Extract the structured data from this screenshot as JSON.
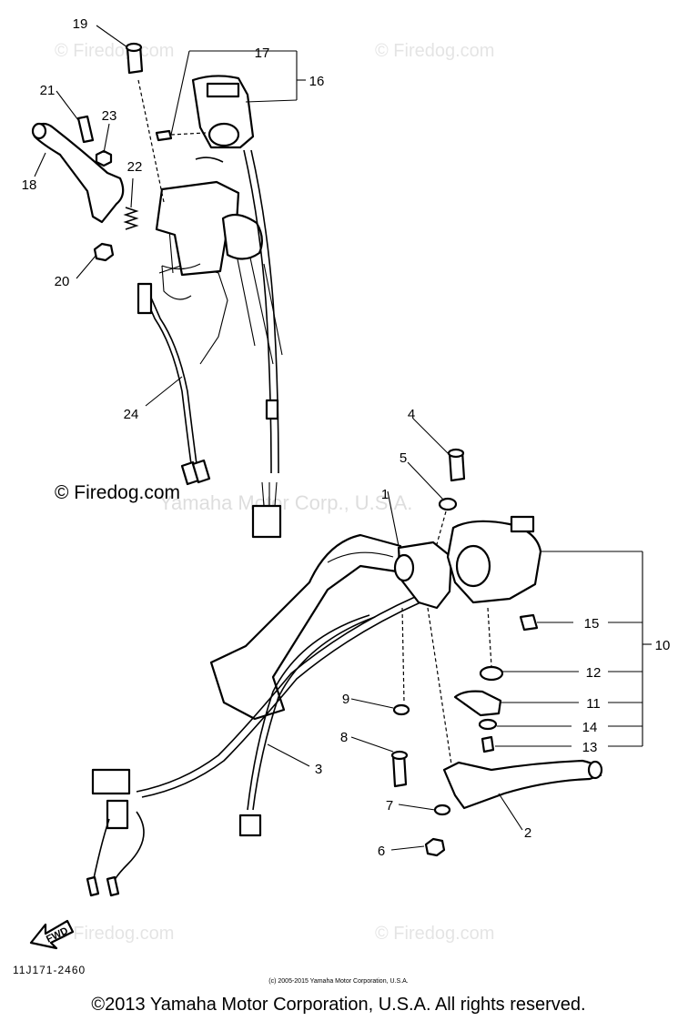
{
  "diagram": {
    "callouts": [
      {
        "id": "c1",
        "label": "1"
      },
      {
        "id": "c2",
        "label": "2"
      },
      {
        "id": "c3",
        "label": "3"
      },
      {
        "id": "c4",
        "label": "4"
      },
      {
        "id": "c5",
        "label": "5"
      },
      {
        "id": "c6",
        "label": "6"
      },
      {
        "id": "c7",
        "label": "7"
      },
      {
        "id": "c8",
        "label": "8"
      },
      {
        "id": "c9",
        "label": "9"
      },
      {
        "id": "c10",
        "label": "10"
      },
      {
        "id": "c11",
        "label": "11"
      },
      {
        "id": "c12",
        "label": "12"
      },
      {
        "id": "c13",
        "label": "13"
      },
      {
        "id": "c14",
        "label": "14"
      },
      {
        "id": "c15",
        "label": "15"
      },
      {
        "id": "c16",
        "label": "16"
      },
      {
        "id": "c17",
        "label": "17"
      },
      {
        "id": "c18",
        "label": "18"
      },
      {
        "id": "c19",
        "label": "19"
      },
      {
        "id": "c20",
        "label": "20"
      },
      {
        "id": "c21",
        "label": "21"
      },
      {
        "id": "c22",
        "label": "22"
      },
      {
        "id": "c23",
        "label": "23"
      },
      {
        "id": "c24",
        "label": "24"
      }
    ],
    "direction_label": "FWD",
    "diagram_code": "11J171-2460"
  },
  "watermarks": {
    "firedog": "© Firedog.com",
    "yamaha_center": "Yamaha Motor Corp., U.S.A.",
    "small_credit": "(c) 2005-2015 Yamaha Motor Corporation, U.S.A."
  },
  "footer": {
    "copyright": "©2013 Yamaha Motor Corporation, U.S.A. All rights reserved."
  }
}
